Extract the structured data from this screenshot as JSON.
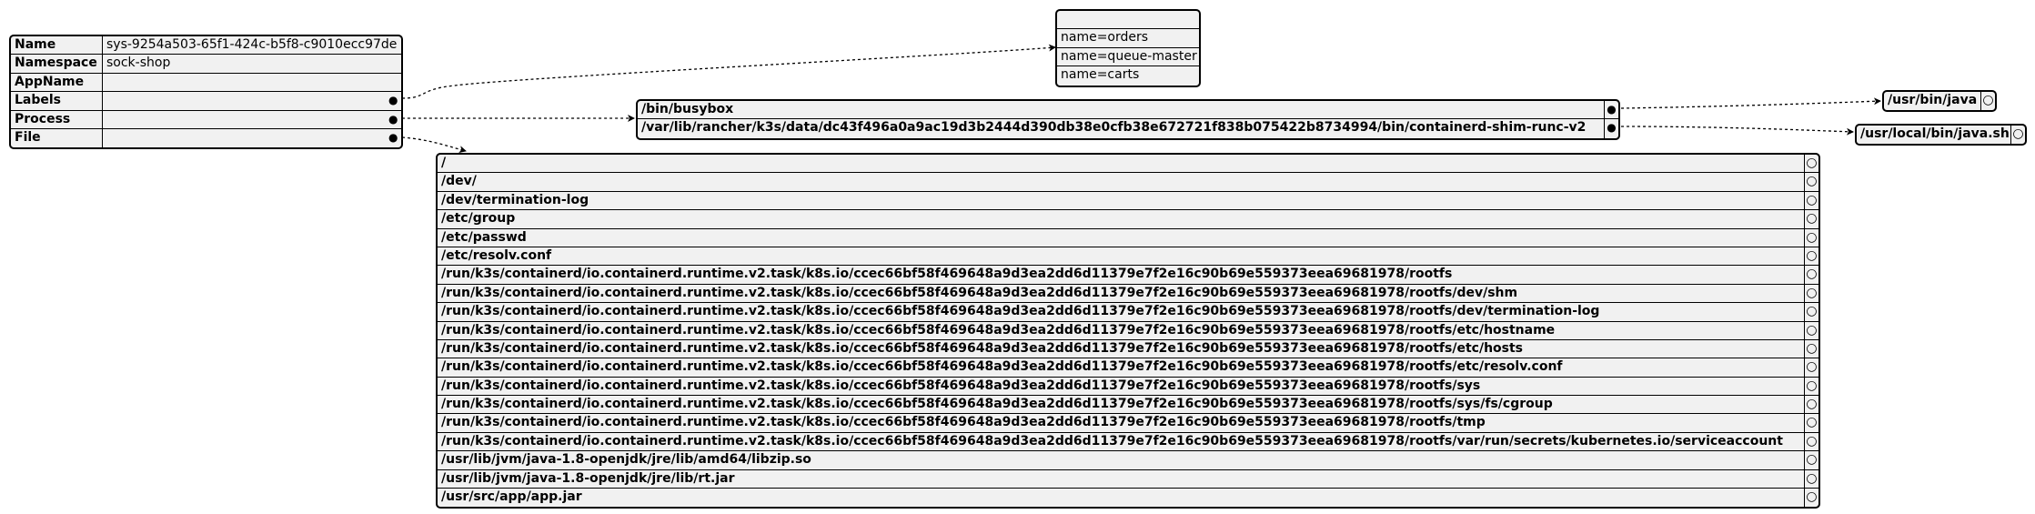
{
  "pod": {
    "rows": [
      {
        "key": "Name",
        "value": "sys-9254a503-65f1-424c-b5f8-c9010ecc97de",
        "port": ""
      },
      {
        "key": "Namespace",
        "value": "sock-shop",
        "port": ""
      },
      {
        "key": "AppName",
        "value": "",
        "port": ""
      },
      {
        "key": "Labels",
        "value": "",
        "port": "●"
      },
      {
        "key": "Process",
        "value": "",
        "port": "●"
      },
      {
        "key": "File",
        "value": "",
        "port": "●"
      }
    ]
  },
  "labels": [
    "",
    "name=orders",
    "name=queue-master",
    "name=carts"
  ],
  "processes": [
    {
      "path": "/bin/busybox",
      "port": "●"
    },
    {
      "path": "/var/lib/rancher/k3s/data/dc43f496a0a9ac19d3b2444d390db38e0cfb38e672721f838b075422b8734994/bin/containerd-shim-runc-v2",
      "port": "●"
    }
  ],
  "process_children": [
    {
      "path": "/usr/bin/java",
      "mark": "○"
    },
    {
      "path": "/usr/local/bin/java.sh",
      "mark": "○"
    }
  ],
  "files": [
    {
      "path": "/",
      "mark": "○"
    },
    {
      "path": "/dev/",
      "mark": "○"
    },
    {
      "path": "/dev/termination-log",
      "mark": "○"
    },
    {
      "path": "/etc/group",
      "mark": "○"
    },
    {
      "path": "/etc/passwd",
      "mark": "○"
    },
    {
      "path": "/etc/resolv.conf",
      "mark": "○"
    },
    {
      "path": "/run/k3s/containerd/io.containerd.runtime.v2.task/k8s.io/ccec66bf58f469648a9d3ea2dd6d11379e7f2e16c90b69e559373eea69681978/rootfs",
      "mark": "○"
    },
    {
      "path": "/run/k3s/containerd/io.containerd.runtime.v2.task/k8s.io/ccec66bf58f469648a9d3ea2dd6d11379e7f2e16c90b69e559373eea69681978/rootfs/dev/shm",
      "mark": "○"
    },
    {
      "path": "/run/k3s/containerd/io.containerd.runtime.v2.task/k8s.io/ccec66bf58f469648a9d3ea2dd6d11379e7f2e16c90b69e559373eea69681978/rootfs/dev/termination-log",
      "mark": "○"
    },
    {
      "path": "/run/k3s/containerd/io.containerd.runtime.v2.task/k8s.io/ccec66bf58f469648a9d3ea2dd6d11379e7f2e16c90b69e559373eea69681978/rootfs/etc/hostname",
      "mark": "○"
    },
    {
      "path": "/run/k3s/containerd/io.containerd.runtime.v2.task/k8s.io/ccec66bf58f469648a9d3ea2dd6d11379e7f2e16c90b69e559373eea69681978/rootfs/etc/hosts",
      "mark": "○"
    },
    {
      "path": "/run/k3s/containerd/io.containerd.runtime.v2.task/k8s.io/ccec66bf58f469648a9d3ea2dd6d11379e7f2e16c90b69e559373eea69681978/rootfs/etc/resolv.conf",
      "mark": "○"
    },
    {
      "path": "/run/k3s/containerd/io.containerd.runtime.v2.task/k8s.io/ccec66bf58f469648a9d3ea2dd6d11379e7f2e16c90b69e559373eea69681978/rootfs/sys",
      "mark": "○"
    },
    {
      "path": "/run/k3s/containerd/io.containerd.runtime.v2.task/k8s.io/ccec66bf58f469648a9d3ea2dd6d11379e7f2e16c90b69e559373eea69681978/rootfs/sys/fs/cgroup",
      "mark": "○"
    },
    {
      "path": "/run/k3s/containerd/io.containerd.runtime.v2.task/k8s.io/ccec66bf58f469648a9d3ea2dd6d11379e7f2e16c90b69e559373eea69681978/rootfs/tmp",
      "mark": "○"
    },
    {
      "path": "/run/k3s/containerd/io.containerd.runtime.v2.task/k8s.io/ccec66bf58f469648a9d3ea2dd6d11379e7f2e16c90b69e559373eea69681978/rootfs/var/run/secrets/kubernetes.io/serviceaccount",
      "mark": "○"
    },
    {
      "path": "/usr/lib/jvm/java-1.8-openjdk/jre/lib/amd64/libzip.so",
      "mark": "○"
    },
    {
      "path": "/usr/lib/jvm/java-1.8-openjdk/jre/lib/rt.jar",
      "mark": "○"
    },
    {
      "path": "/usr/src/app/app.jar",
      "mark": "○"
    }
  ]
}
